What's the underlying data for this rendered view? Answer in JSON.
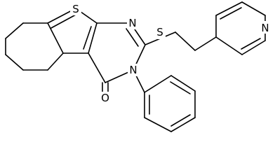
{
  "molecule": {
    "atom_labels": {
      "thiophene_sulfur": "S",
      "thioether_sulfur": "S",
      "pyrimidine_n1": "N",
      "pyrimidine_n3": "N",
      "carbonyl_oxygen": "O",
      "pyridine_nitrogen": "N"
    },
    "colors": {
      "bond": "#000000",
      "label": "#000000",
      "background": "#ffffff"
    }
  }
}
